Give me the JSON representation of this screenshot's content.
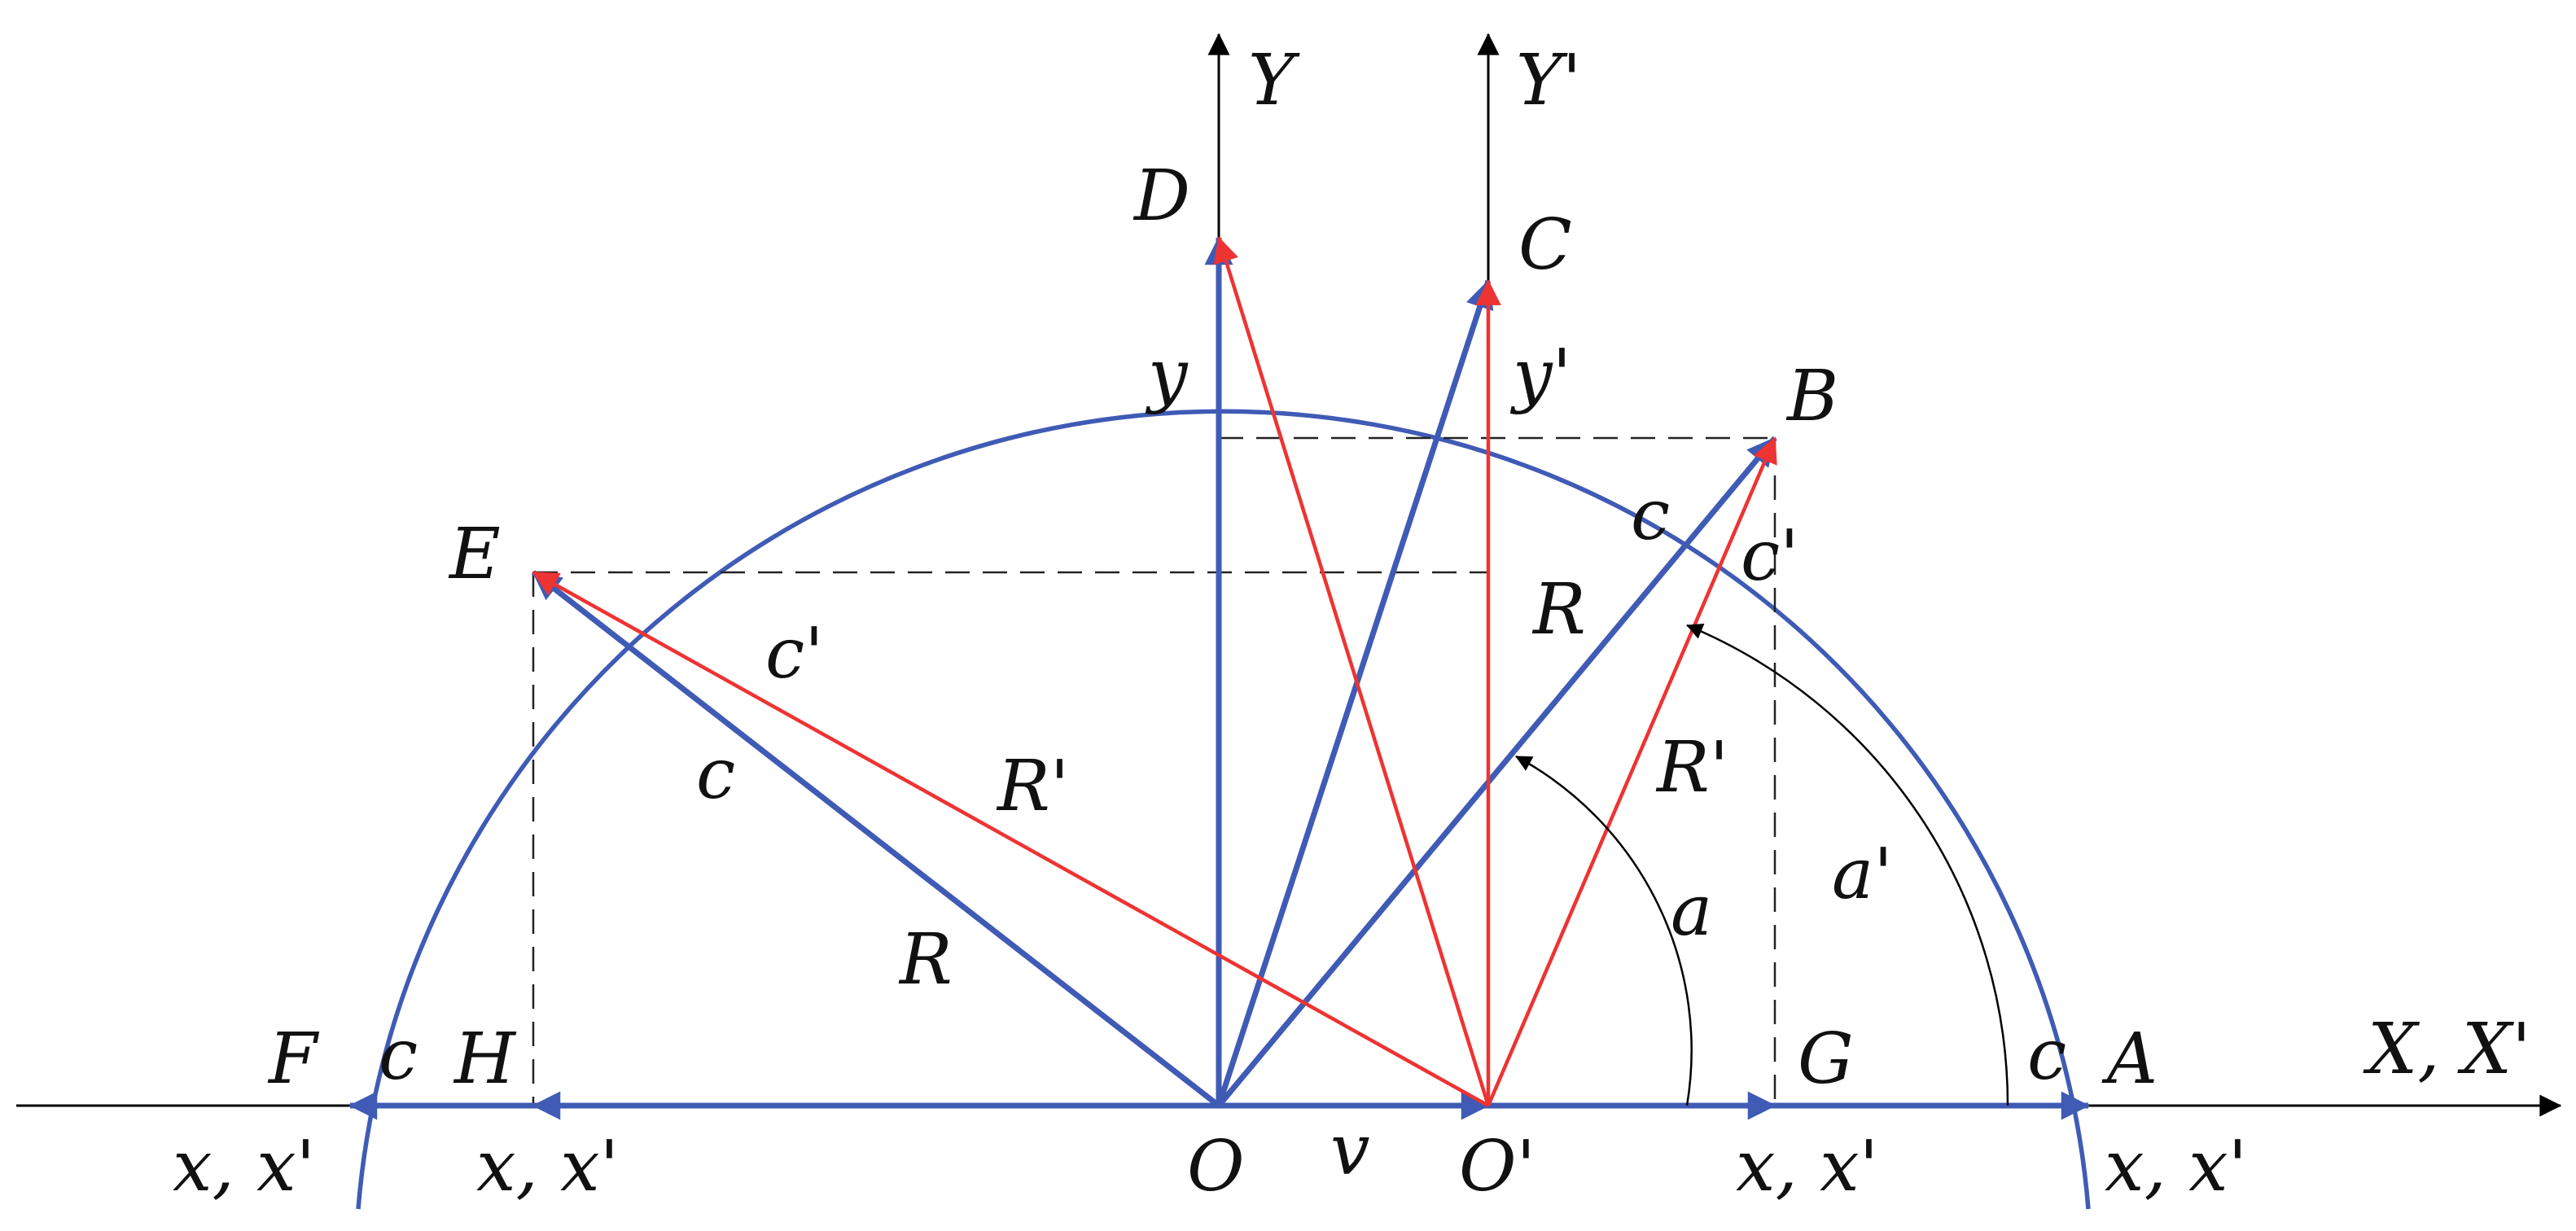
{
  "colors": {
    "blue": "#3f5bb5",
    "red": "#ee3333",
    "black": "#000000"
  },
  "points": {
    "A": "A",
    "B": "B",
    "C": "C",
    "D": "D",
    "E": "E",
    "F": "F",
    "G": "G",
    "H": "H",
    "O": "O",
    "O_prime": "O'"
  },
  "axes": {
    "y": "Y",
    "y_prime": "Y'",
    "x_axis": "X, X'"
  },
  "labels": {
    "coord_y": "y",
    "coord_y_prime": "y'",
    "xx_far_left": "x, x'",
    "xx_left": "x, x'",
    "xx_right_mid": "x, x'",
    "xx_far_right": "x, x'",
    "v": "v",
    "c_F": "c",
    "c_A": "c",
    "c_OB": "c",
    "c_prime_OB": "c'",
    "c_prime_OE": "c'",
    "c_OE": "c",
    "R_OB": "R",
    "R_prime_OB": "R'",
    "R_prime_OE": "R'",
    "R_OE": "R",
    "alpha": "a",
    "alpha_prime": "a'"
  }
}
